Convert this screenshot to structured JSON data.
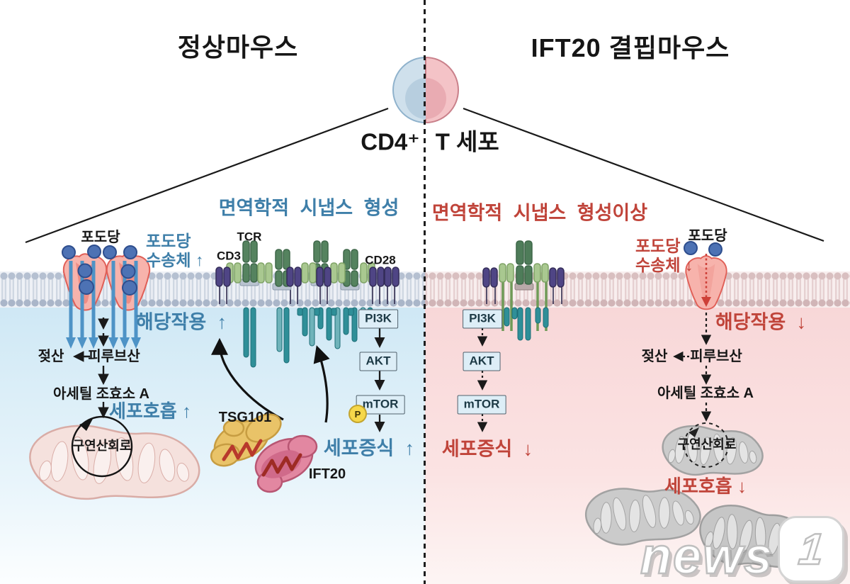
{
  "header": {
    "left_title": "정상마우스",
    "right_title": "IFT20 결핍마우스",
    "cell_label_left": "CD4⁺",
    "cell_label_right": "T 세포"
  },
  "left": {
    "synapse_title": "면역학적 시냅스 형성",
    "tcr": "TCR",
    "cd3": "CD3",
    "cd28": "CD28",
    "glucose": "포도당",
    "transporter_line1": "포도당",
    "transporter_line2": "수송체 ↑",
    "glycolysis": "해당작용 ↑",
    "lactate": "젖산",
    "pyruvate": "피루브산",
    "acetyl_coa": "아세틸 조효소 A",
    "respiration": "세포호흡 ↑",
    "citric_cycle": "구연산회로",
    "pathway": [
      "PI3K",
      "AKT",
      "mTOR"
    ],
    "phospho": "P",
    "proliferation": "세포증식 ↑",
    "tsg101": "TSG101",
    "ift20": "IFT20"
  },
  "right": {
    "synapse_title": "면역학적 시냅스 형성이상",
    "glucose": "포도당",
    "transporter_line1": "포도당",
    "transporter_line2": "수송체 ↓",
    "glycolysis": "해당작용 ↓",
    "lactate": "젖산",
    "pyruvate": "피루브산",
    "acetyl_coa": "아세틸 조효소 A",
    "respiration": "세포호흡 ↓",
    "citric_cycle": "구연산회로",
    "pathway": [
      "PI3K",
      "AKT",
      "mTOR"
    ],
    "proliferation": "세포증식 ↓"
  },
  "watermark": {
    "news": "news",
    "one": "1"
  },
  "colors": {
    "blue_text": "#3f7fa9",
    "red_text": "#c0443a",
    "cytoplasm_left": "#cfe8f5",
    "cytoplasm_right": "#f8d7d8",
    "membrane_left_head": "#b5c0d1",
    "membrane_right_head": "#d9bfc0"
  }
}
